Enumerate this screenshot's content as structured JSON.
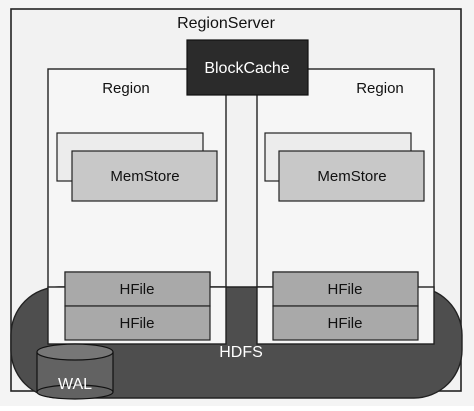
{
  "diagram": {
    "region_server_label": "RegionServer",
    "block_cache_label": "BlockCache",
    "regions": [
      {
        "label": "Region",
        "memstore_label": "MemStore",
        "hfiles": [
          "HFile",
          "HFile"
        ]
      },
      {
        "label": "Region",
        "memstore_label": "MemStore",
        "hfiles": [
          "HFile",
          "HFile"
        ]
      }
    ],
    "hdfs_label": "HDFS",
    "wal_label": "WAL"
  },
  "colors": {
    "outline": "#222222",
    "region_server_fill": "#f2f2f2",
    "region_fill": "#f6f6f6",
    "memstore_back_fill": "#ececec",
    "memstore_front_fill": "#c8c8c8",
    "hfile_fill": "#a9a9a9",
    "block_cache_fill": "#2b2b2b",
    "hdfs_fill": "#4e4e4e",
    "wal_fill": "#626262",
    "light_text": "#ffffff",
    "dark_text": "#111111"
  }
}
